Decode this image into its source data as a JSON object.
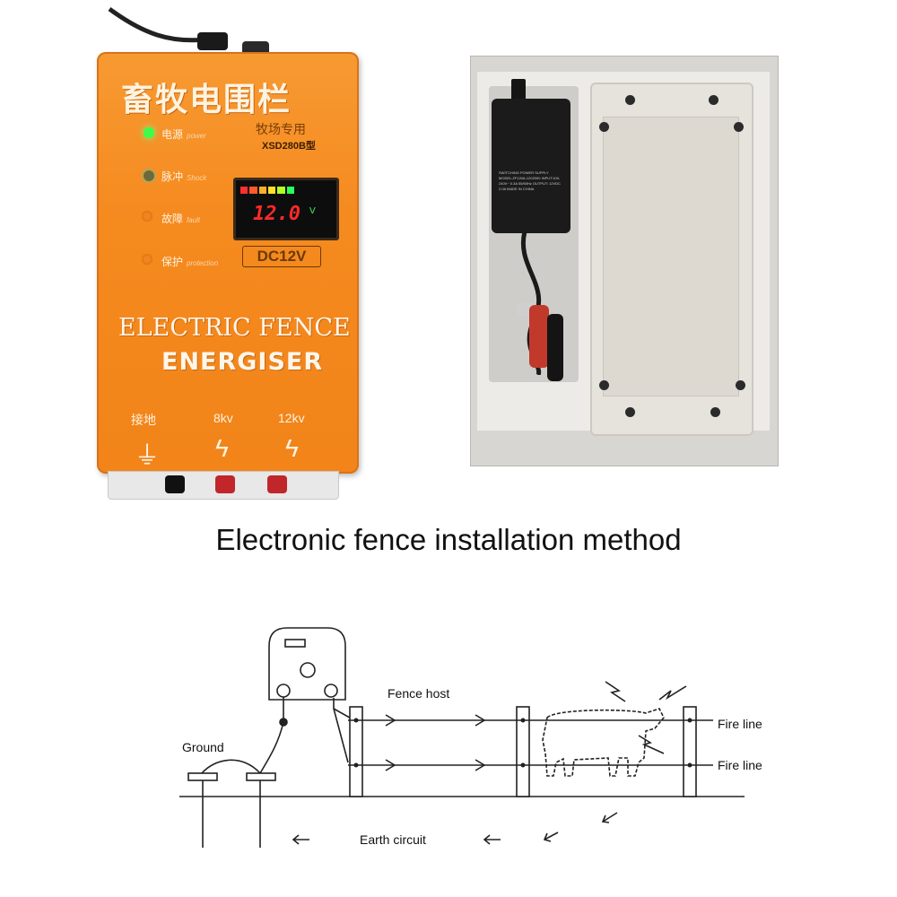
{
  "device": {
    "title_cn": "畜牧电围栏",
    "subtitle_cn": "牧场专用",
    "model": "XSD280B型",
    "leds": [
      {
        "cn": "电源",
        "en": "power",
        "color": "#39ff4a"
      },
      {
        "cn": "脉冲",
        "en": "Shock",
        "color": "#9a8a40"
      },
      {
        "cn": "故障",
        "en": "fault",
        "color": "#f58a1f"
      },
      {
        "cn": "保护",
        "en": "protection",
        "color": "#f58a1f"
      }
    ],
    "display_value": "12.0",
    "display_unit": "V",
    "voltage_box": "DC12V",
    "line1": "ELECTRIC FENCE",
    "line2": "ENERGISER",
    "terminals": [
      {
        "label": "接地",
        "symbol": "⏚",
        "color": "#111111"
      },
      {
        "label": "8kv",
        "symbol": "ϟ",
        "color": "#c0262a"
      },
      {
        "label": "12kv",
        "symbol": "ϟ",
        "color": "#c0262a"
      }
    ]
  },
  "package": {
    "adapter_text": "SWITCHING POWER SUPPLY MODEL:ZF120A-1202000 INPUT:100-240V~ 0.3A 50/60Hz OUTPUT: 12VDC 2.0A MADE IN CHINA"
  },
  "headline": "Electronic fence installation method",
  "diagram": {
    "fence_host": "Fence host",
    "ground": "Ground",
    "fire_line_1": "Fire line",
    "fire_line_2": "Fire line",
    "earth_circuit": "Earth circuit"
  },
  "colors": {
    "device_orange": "#f58a1f",
    "terminal_red": "#c0262a"
  }
}
